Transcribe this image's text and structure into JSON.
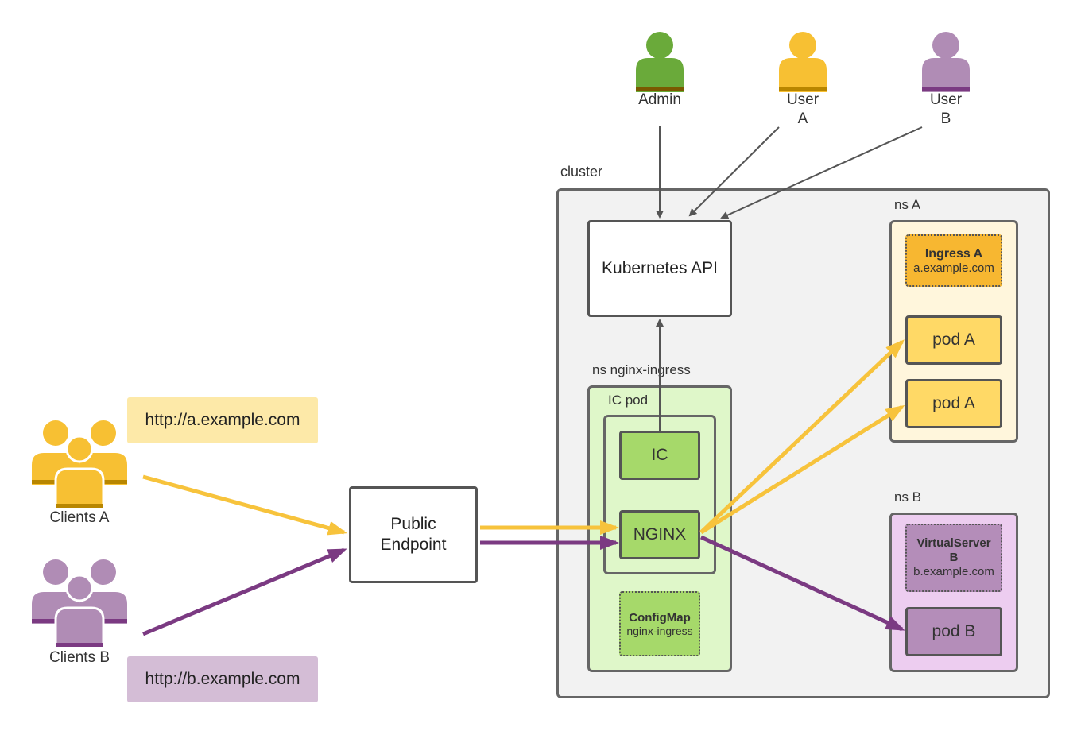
{
  "users": {
    "admin": "Admin",
    "user_a_line1": "User",
    "user_a_line2": "A",
    "user_b_line1": "User",
    "user_b_line2": "B"
  },
  "cluster": {
    "label": "cluster"
  },
  "kubernetes_api": {
    "label": "Kubernetes API"
  },
  "ns_nginx": {
    "label": "ns nginx-ingress",
    "ic_pod_label": "IC pod",
    "ic_label": "IC",
    "nginx_label": "NGINX",
    "configmap_title": "ConfigMap",
    "configmap_name": "nginx-ingress"
  },
  "ns_a": {
    "label": "ns A",
    "ingress_title": "Ingress A",
    "ingress_host": "a.example.com",
    "pod1": "pod A",
    "pod2": "pod A"
  },
  "ns_b": {
    "label": "ns B",
    "vs_title_line1": "VirtualServer",
    "vs_title_line2": "B",
    "vs_host": "b.example.com",
    "pod": "pod B"
  },
  "clients": {
    "a_label": "Clients A",
    "b_label": "Clients B",
    "a_url": "http://a.example.com",
    "b_url": "http://b.example.com"
  },
  "public_endpoint": {
    "line1": "Public",
    "line2": "Endpoint"
  },
  "colors": {
    "admin_green": "#6aaa3a",
    "user_a_yellow": "#f7c033",
    "user_b_purple": "#b08cb5",
    "flow_a": "#f7c33c",
    "flow_b": "#7b3a82",
    "cluster_bg": "#f2f2f2",
    "nginx_ns_bg": "#dff7c9",
    "ic_box": "#a6d96a",
    "ns_a_bg": "#fff6dc",
    "ns_b_bg": "#edcdf0",
    "pod_a": "#ffd966",
    "pod_b": "#b48db9"
  },
  "icons": {
    "admin": "person-icon",
    "user_a": "person-icon",
    "user_b": "person-icon",
    "clients_a": "people-group-icon",
    "clients_b": "people-group-icon"
  }
}
